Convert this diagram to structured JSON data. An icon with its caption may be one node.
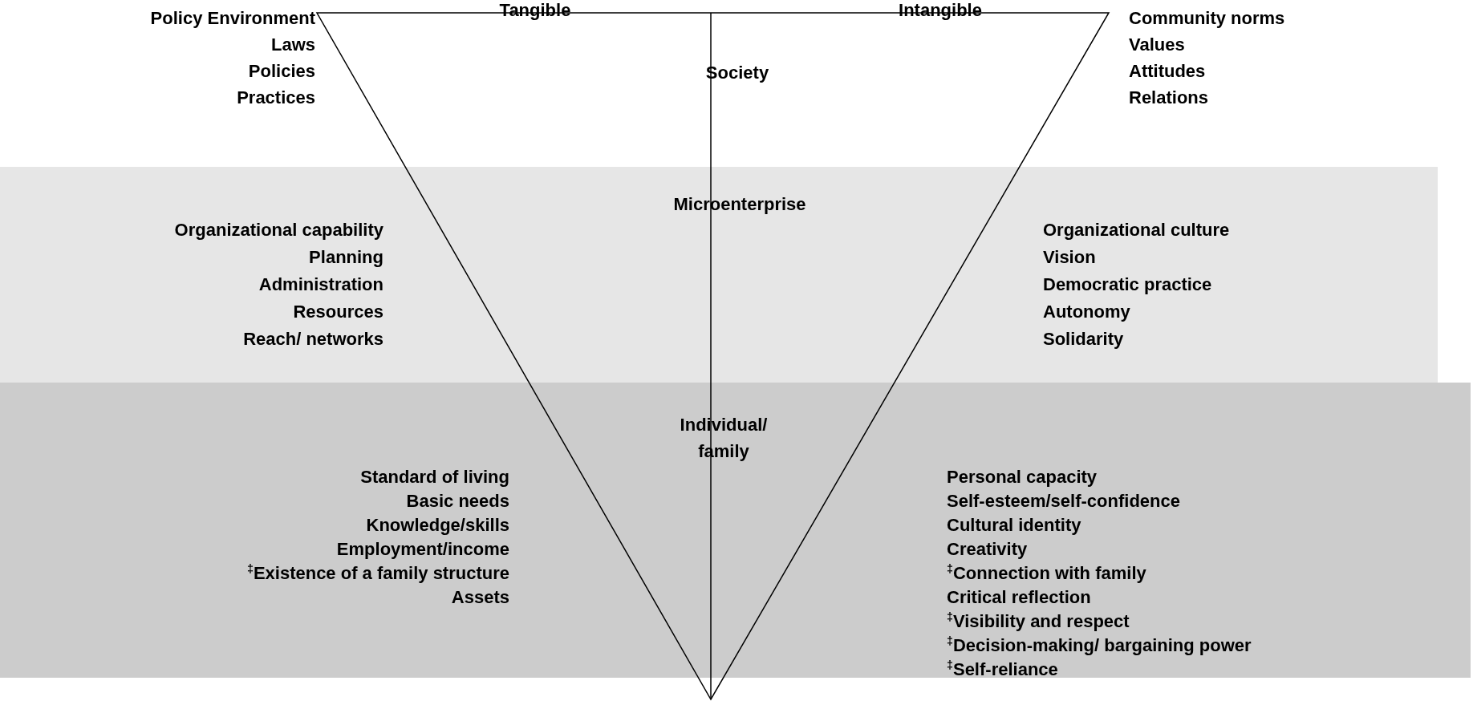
{
  "diagram": {
    "nodes": [
      {
        "text": [
          "Microenterprise",
          "Organizational capability",
          "Planning",
          "Administration",
          "Resources",
          "Reach/ networks",
          "Organizational culture",
          "Vision",
          "Democratic practice",
          "Autonomy",
          "Solidarity"
        ]
      },
      {
        "text": [
          "Individual/ family",
          "Standard of living",
          "Basic needs",
          "Knowledge/skills",
          "Employment/income",
          "$^{‡}$Existence of a family structure",
          "Assets",
          "Personal capacity",
          "Self-esteem/self-confidence",
          "Cultural identity",
          "Creativity",
          "$^{‡}$Connection with family",
          "Critical reflection",
          "$^{‡}$Visibility and respect",
          "$^{‡}$Decision-making/ bargaining power",
          "$^{‡}$Self-reliance"
        ]
      }
    ],
    "labels": [
      "Tangible",
      "Intangible",
      "Policy Environment",
      "Laws",
      "Policies",
      "Practices",
      "Society",
      "Community norms",
      "Values",
      "Attitudes",
      "Relations"
    ]
  }
}
